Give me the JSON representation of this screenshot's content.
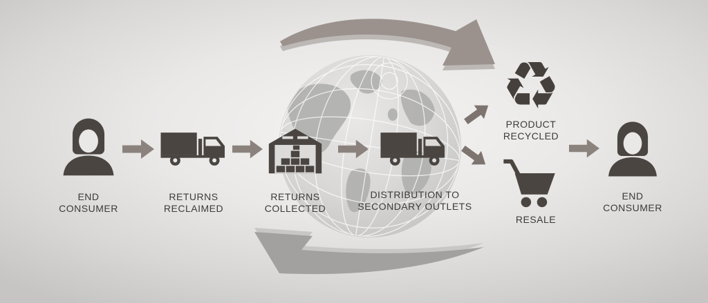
{
  "diagram": {
    "description_nodes_order": "reverse-logistics cycle left to right",
    "nodes": [
      {
        "id": "end-consumer-start",
        "icon": "female-consumer-icon",
        "lines": [
          "END",
          "CONSUMER"
        ]
      },
      {
        "id": "returns-reclaimed",
        "icon": "delivery-truck-icon",
        "lines": [
          "RETURNS",
          "RECLAIMED"
        ]
      },
      {
        "id": "returns-collected",
        "icon": "warehouse-icon",
        "lines": [
          "RETURNS",
          "COLLECTED"
        ]
      },
      {
        "id": "distribution-secondary-outlets",
        "icon": "delivery-truck-icon",
        "lines": [
          "DISTRIBUTION TO",
          "SECONDARY OUTLETS"
        ]
      },
      {
        "id": "product-recycled",
        "icon": "recycle-icon",
        "lines": [
          "PRODUCT",
          "RECYCLED"
        ]
      },
      {
        "id": "resale",
        "icon": "shopping-cart-icon",
        "lines": [
          "RESALE"
        ]
      },
      {
        "id": "end-consumer-end",
        "icon": "female-consumer-icon",
        "lines": [
          "END",
          "CONSUMER"
        ]
      }
    ],
    "glyphs": {
      "recycle": "♻"
    },
    "colors": {
      "icon_dark": "#4a4541",
      "flow_arrow": "#8b827e",
      "branch_arrow": "#7d7470",
      "cycle_arrow_top": "#9b928d",
      "cycle_arrow_top_bevel": "#bcb8b5",
      "cycle_arrow_bottom": "#a3a1a0",
      "cycle_arrow_bottom_bevel": "#c9c7c6",
      "globe_sphere": "#d6d5d4",
      "globe_land": "#b2b1b0",
      "label_text": "#3c3a38"
    }
  }
}
